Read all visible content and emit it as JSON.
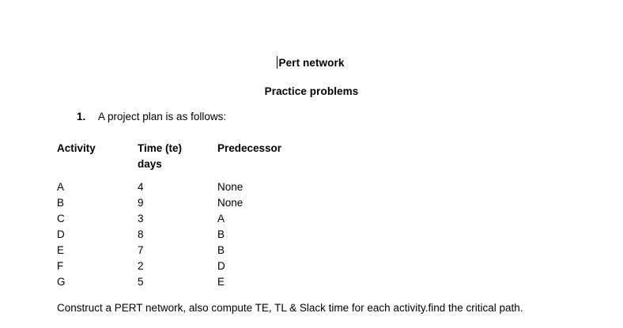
{
  "document": {
    "title": "Pert network",
    "subtitle": "Practice problems",
    "caret_present": true,
    "list_item": {
      "number": "1.",
      "text": "A project plan is as follows:"
    },
    "table": {
      "headers": {
        "activity": "Activity",
        "time_line1": "Time (te)",
        "time_line2": "days",
        "predecessor": "Predecessor"
      },
      "rows": [
        {
          "activity": "A",
          "time": "4",
          "predecessor": "None"
        },
        {
          "activity": "B",
          "time": "9",
          "predecessor": "None"
        },
        {
          "activity": "C",
          "time": "3",
          "predecessor": "A"
        },
        {
          "activity": "D",
          "time": "8",
          "predecessor": "B"
        },
        {
          "activity": "E",
          "time": "7",
          "predecessor": "B"
        },
        {
          "activity": "F",
          "time": "2",
          "predecessor": "D"
        },
        {
          "activity": "G",
          "time": "5",
          "predecessor": "E"
        }
      ]
    },
    "instruction": "Construct a PERT network, also compute TE, TL & Slack time for each activity.find the critical path."
  },
  "colors": {
    "page_background": "#ffffff",
    "text": "#000000"
  }
}
